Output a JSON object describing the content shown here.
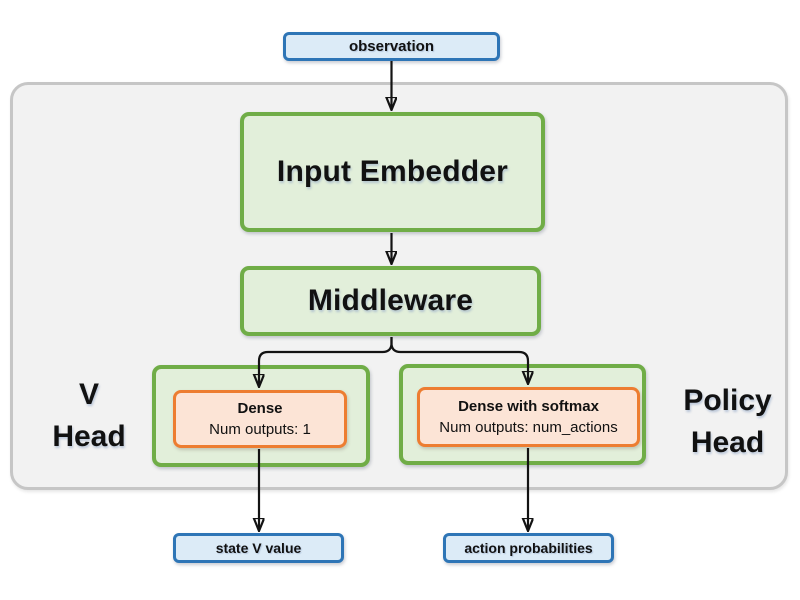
{
  "nodes": {
    "observation": "observation",
    "input_embedder": "Input Embedder",
    "middleware": "Middleware",
    "v_head": {
      "label_line1": "V",
      "label_line2": "Head",
      "dense_title": "Dense",
      "dense_subtitle": "Num outputs: 1",
      "output": "state V value"
    },
    "policy_head": {
      "label_line1": "Policy",
      "label_line2": "Head",
      "dense_title": "Dense with softmax",
      "dense_subtitle": "Num outputs: num_actions",
      "output": "action probabilities"
    }
  },
  "colors": {
    "io_fill": "#dcebf7",
    "io_border": "#2e75b6",
    "block_fill": "#e2efda",
    "block_border": "#70ad47",
    "dense_fill": "#fce4d6",
    "dense_border": "#ed7d31",
    "container_fill": "#f2f2f2",
    "container_border": "#c6c6c6",
    "arrow": "#131313"
  }
}
